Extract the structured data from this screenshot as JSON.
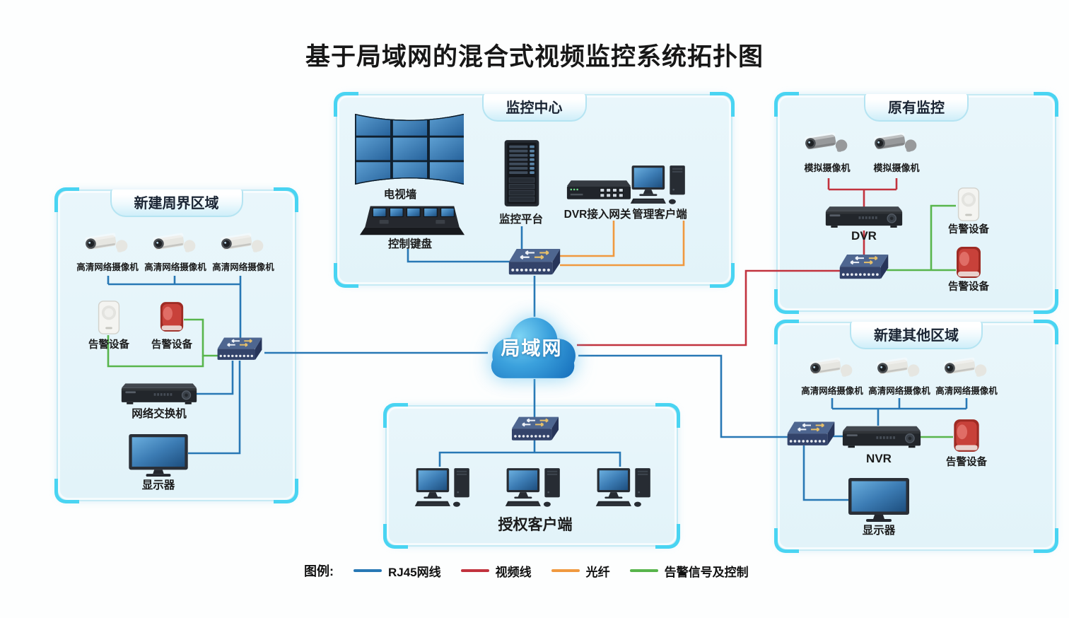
{
  "title": "基于局域网的混合式视频监控系统拓扑图",
  "cloud": {
    "label": "局域网"
  },
  "zones": {
    "monitoring_center": {
      "label": "监控中心",
      "tv_wall": "电视墙",
      "control_keyboard": "控制键盘",
      "platform": "监控平台",
      "dvr_gateway": "DVR接入网关",
      "mgmt_client": "管理客户端"
    },
    "legacy": {
      "label": "原有监控",
      "analog_cams": [
        "模拟摄像机",
        "模拟摄像机"
      ],
      "dvr": "DVR",
      "alarm_sensor": "告警设备",
      "alarm_siren": "告警设备"
    },
    "perimeter": {
      "label": "新建周界区域",
      "ip_cams": [
        "高清网络摄像机",
        "高清网络摄像机",
        "高清网络摄像机"
      ],
      "alarm_sensor": "告警设备",
      "alarm_siren": "告警设备",
      "net_switch": "网络交换机",
      "monitor": "显示器"
    },
    "other_area": {
      "label": "新建其他区域",
      "ip_cams": [
        "高清网络摄像机",
        "高清网络摄像机",
        "高清网络摄像机"
      ],
      "nvr": "NVR",
      "alarm_siren": "告警设备",
      "monitor": "显示器"
    },
    "clients": {
      "label": "授权客户端"
    }
  },
  "legend": {
    "title": "图例:",
    "items": [
      {
        "label": "RJ45网线",
        "color": "#2878b5"
      },
      {
        "label": "视频线",
        "color": "#c2333e"
      },
      {
        "label": "光纤",
        "color": "#f0993f"
      },
      {
        "label": "告警信号及控制",
        "color": "#58b54c"
      }
    ]
  }
}
